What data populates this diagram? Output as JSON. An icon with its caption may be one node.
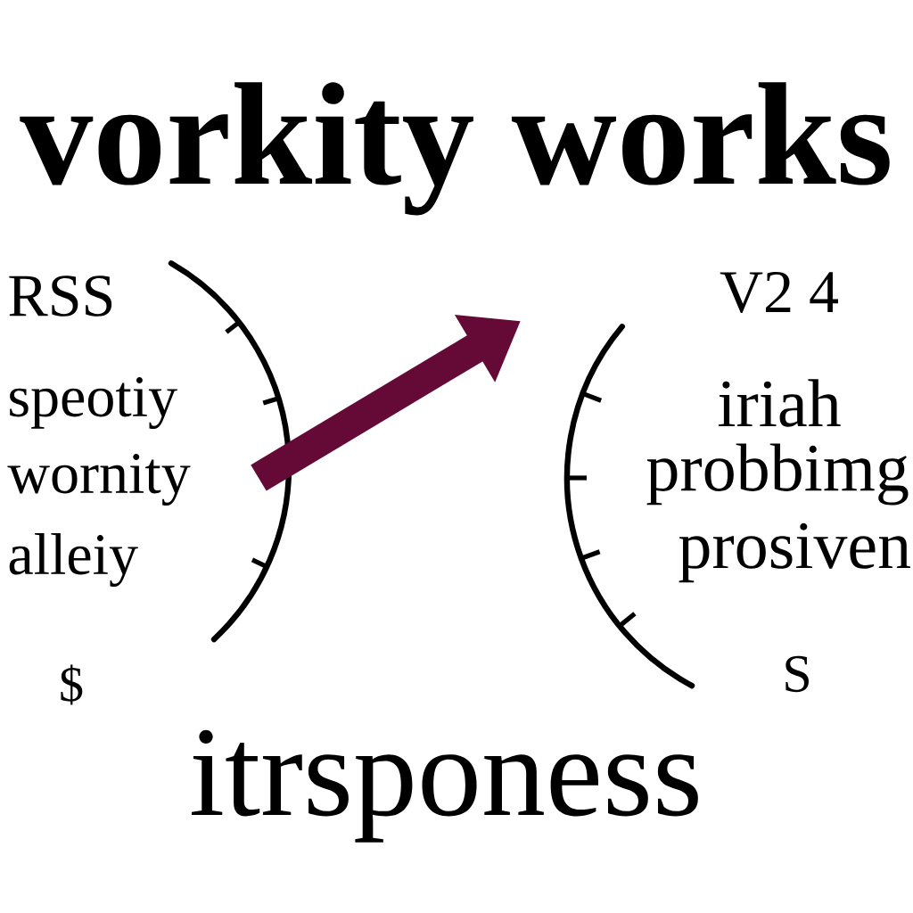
{
  "diagram": {
    "title": "vorkity works",
    "caption": "itrsponess",
    "labels": [
      "RSS",
      "speotiy",
      "wornity",
      "alleiy",
      "$",
      "V2 4",
      "iriah",
      "probbimg",
      "prosiven",
      "S"
    ]
  }
}
